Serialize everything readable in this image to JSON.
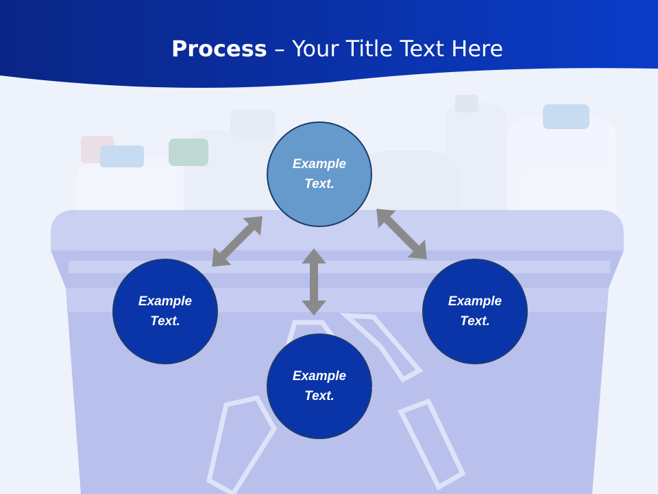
{
  "slide": {
    "title_bold": "Process",
    "title_rest": " – Your Title Text Here"
  },
  "diagram": {
    "center": {
      "label": "Example Text.",
      "color": "#6699cc"
    },
    "nodes": [
      {
        "id": "left",
        "label": "Example Text.",
        "color": "#0a35a8"
      },
      {
        "id": "bottom",
        "label": "Example Text.",
        "color": "#0a35a8"
      },
      {
        "id": "right",
        "label": "Example Text.",
        "color": "#0a35a8"
      }
    ],
    "arrow_color": "#8a8a8a"
  },
  "colors": {
    "header_blue": "#0a2f9c",
    "background": "#eef2fb"
  }
}
